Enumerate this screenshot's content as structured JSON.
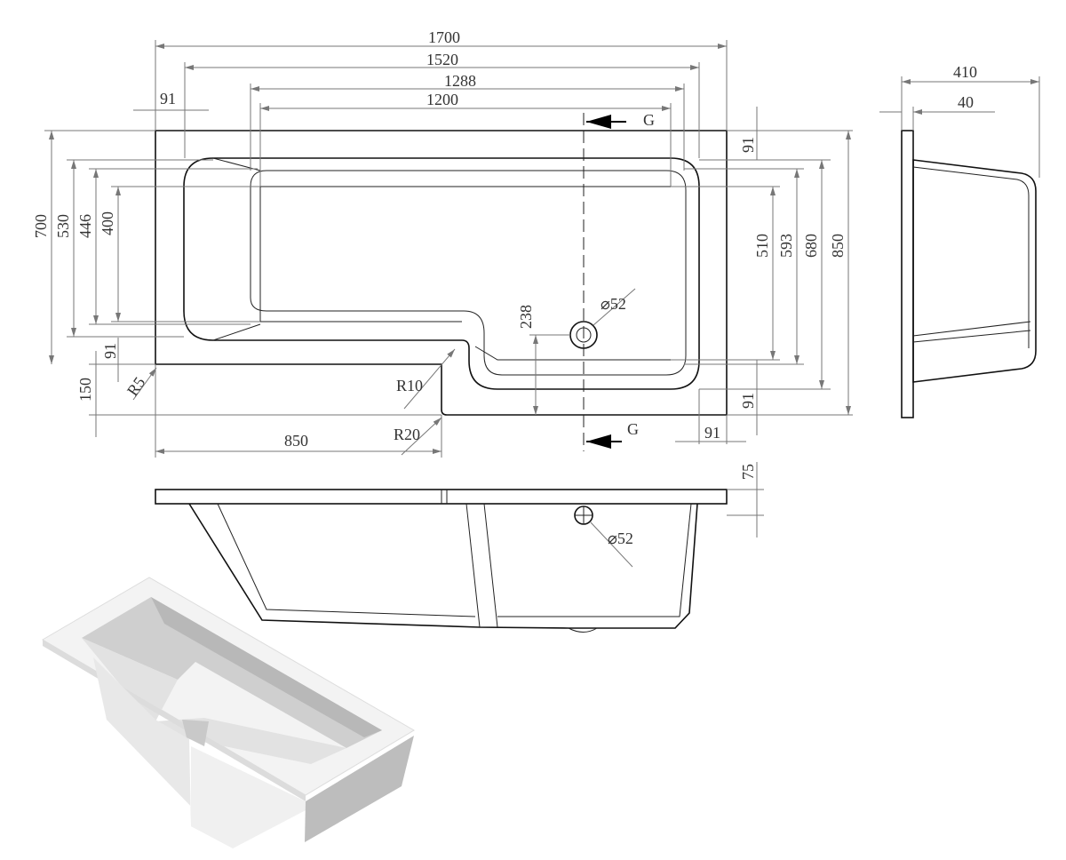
{
  "plan_view": {
    "overall_length": "1700",
    "inner_length_1": "1520",
    "inner_length_2": "1288",
    "inner_length_3": "1200",
    "rim_left": "91",
    "section_mark_top": "G",
    "section_mark_bottom": "G",
    "rim_top_right": "91",
    "depth_510": "510",
    "depth_593": "593",
    "depth_680": "680",
    "overall_width": "850",
    "left_width": "700",
    "left_inner_530": "530",
    "left_inner_446": "446",
    "left_inner_400": "400",
    "rim_left_bottom": "91",
    "step_150": "150",
    "radius_r5": "R5",
    "radius_r10": "R10",
    "radius_r20": "R20",
    "step_length": "850",
    "drain_offset": "238",
    "drain_diameter": "⌀52",
    "rim_bottom_right_v": "91",
    "rim_bottom_right_h": "91"
  },
  "side_view": {
    "overall_height": "410",
    "flange": "40"
  },
  "front_view": {
    "rim_thickness": "75",
    "overflow_diameter": "⌀52"
  },
  "colors": {
    "line": "#111111",
    "dimension": "#777777",
    "render_light": "#f2f2f2",
    "render_shade": "#c8c8c8"
  }
}
